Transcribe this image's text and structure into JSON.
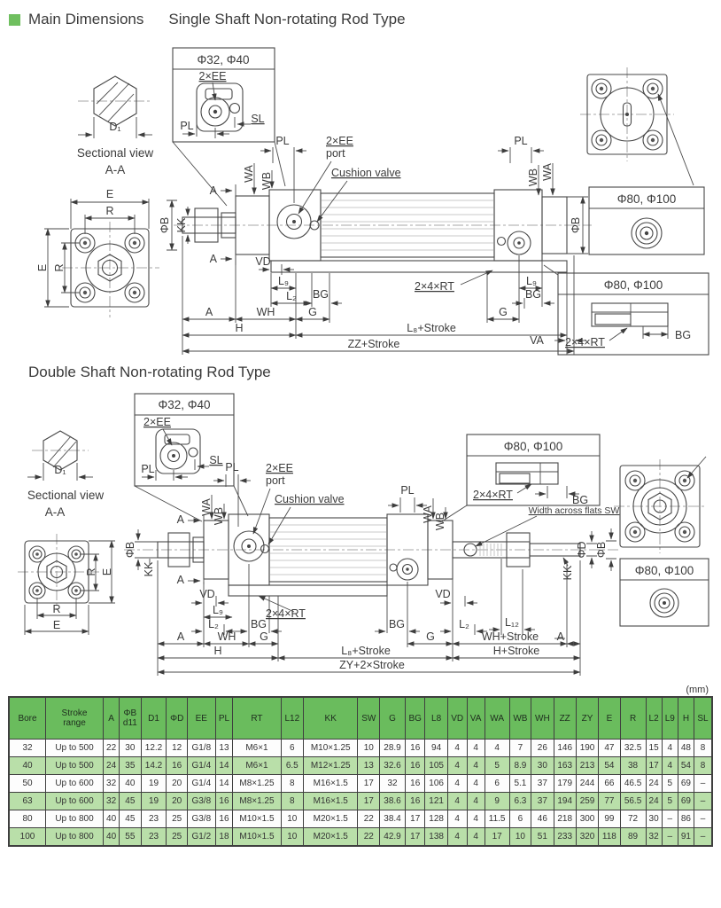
{
  "page": {
    "unit": "(mm)",
    "colors": {
      "bullet_green": "#6fbf5f",
      "table_header_green": "#6abc5d",
      "table_row_alt_green": "#b9dfa9",
      "line": "#474747"
    }
  },
  "header": {
    "title": "Main Dimensions",
    "subtitle": "Single Shaft Non-rotating Rod Type"
  },
  "sections": {
    "double_shaft_title": "Double Shaft Non-rotating Rod Type"
  },
  "labels": {
    "d1": "D₁",
    "sectional_view": "Sectional view",
    "aa": "A-A",
    "size_32_40": "Φ32, Φ40",
    "size_80_100": "Φ80, Φ100",
    "ee2": "2×EE",
    "port": "port",
    "cushion_valve": "Cushion valve",
    "pl": "PL",
    "sl": "SL",
    "a": "A",
    "wa": "WA",
    "wb": "WB",
    "phi_b": "ΦB",
    "phi_d": "ΦD",
    "kk": "KK",
    "e": "E",
    "r": "R",
    "vd": "VD",
    "va": "VA",
    "l9": "L₉",
    "l2": "L₂",
    "l12": "L₁₂",
    "bg": "BG",
    "wh": "WH",
    "g": "G",
    "h": "H",
    "l8_stroke": "L₈+Stroke",
    "zz_stroke": "ZZ+Stroke",
    "zy_stroke": "ZY+2×Stroke",
    "wh_stroke": "WH+Stroke",
    "h_stroke": "H+Stroke",
    "rt": "2×4×RT",
    "sw": "Width across flats SW"
  },
  "table": {
    "headers": [
      "Bore",
      "Stroke\nrange",
      "A",
      "ΦB\nd11",
      "D1",
      "ΦD",
      "EE",
      "PL",
      "RT",
      "L12",
      "KK",
      "SW",
      "G",
      "BG",
      "L8",
      "VD",
      "VA",
      "WA",
      "WB",
      "WH",
      "ZZ",
      "ZY",
      "E",
      "R",
      "L2",
      "L9",
      "H",
      "SL"
    ],
    "rows": [
      [
        "32",
        "Up to 500",
        "22",
        "30",
        "12.2",
        "12",
        "G1/8",
        "13",
        "M6×1",
        "6",
        "M10×1.25",
        "10",
        "28.9",
        "16",
        "94",
        "4",
        "4",
        "4",
        "7",
        "26",
        "146",
        "190",
        "47",
        "32.5",
        "15",
        "4",
        "48",
        "8"
      ],
      [
        "40",
        "Up to 500",
        "24",
        "35",
        "14.2",
        "16",
        "G1/4",
        "14",
        "M6×1",
        "6.5",
        "M12×1.25",
        "13",
        "32.6",
        "16",
        "105",
        "4",
        "4",
        "5",
        "8.9",
        "30",
        "163",
        "213",
        "54",
        "38",
        "17",
        "4",
        "54",
        "8"
      ],
      [
        "50",
        "Up to 600",
        "32",
        "40",
        "19",
        "20",
        "G1/4",
        "14",
        "M8×1.25",
        "8",
        "M16×1.5",
        "17",
        "32",
        "16",
        "106",
        "4",
        "4",
        "6",
        "5.1",
        "37",
        "179",
        "244",
        "66",
        "46.5",
        "24",
        "5",
        "69",
        "–"
      ],
      [
        "63",
        "Up to 600",
        "32",
        "45",
        "19",
        "20",
        "G3/8",
        "16",
        "M8×1.25",
        "8",
        "M16×1.5",
        "17",
        "38.6",
        "16",
        "121",
        "4",
        "4",
        "9",
        "6.3",
        "37",
        "194",
        "259",
        "77",
        "56.5",
        "24",
        "5",
        "69",
        "–"
      ],
      [
        "80",
        "Up to 800",
        "40",
        "45",
        "23",
        "25",
        "G3/8",
        "16",
        "M10×1.5",
        "10",
        "M20×1.5",
        "22",
        "38.4",
        "17",
        "128",
        "4",
        "4",
        "11.5",
        "6",
        "46",
        "218",
        "300",
        "99",
        "72",
        "30",
        "–",
        "86",
        "–"
      ],
      [
        "100",
        "Up to 800",
        "40",
        "55",
        "23",
        "25",
        "G1/2",
        "18",
        "M10×1.5",
        "10",
        "M20×1.5",
        "22",
        "42.9",
        "17",
        "138",
        "4",
        "4",
        "17",
        "10",
        "51",
        "233",
        "320",
        "118",
        "89",
        "32",
        "–",
        "91",
        "–"
      ]
    ]
  }
}
